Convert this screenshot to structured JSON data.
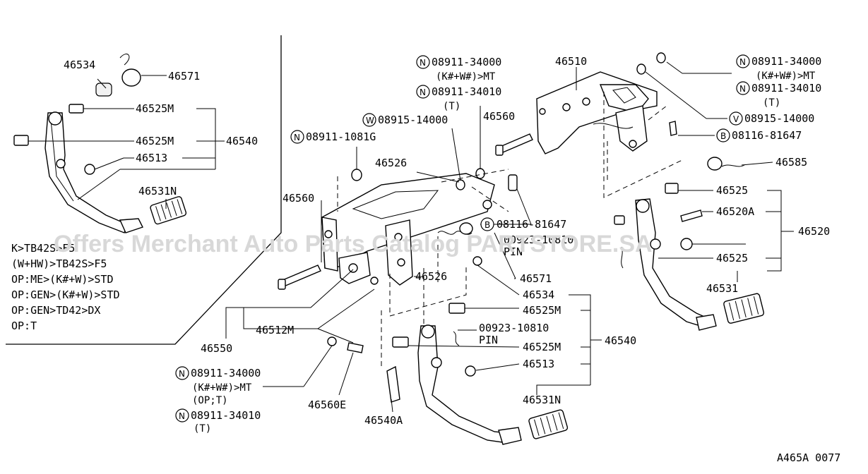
{
  "watermark": "Offers Merchant Auto Parts Catalog PARTSTORE.SA",
  "diagram_code": "A465A 0077",
  "variant_notes": [
    "K>TB42S>F5",
    "(W+HW)>TB42S>F5",
    "OP:ME>(K#+W)>STD",
    "OP:GEN>(K#+W)>STD",
    "OP:GEN>TD42>DX",
    "OP:T"
  ],
  "left_assembly": {
    "p46534": "46534",
    "p46571": "46571",
    "p46525M_a": "46525M",
    "p46525M_b": "46525M",
    "p46540": "46540",
    "p46513": "46513",
    "p46531N": "46531N"
  },
  "center": {
    "n1081G_sym": "N",
    "n1081G_num": "08911-1081G",
    "p46560": "46560",
    "p46526_top": "46526",
    "w14000_sym": "W",
    "w14000_num": "08915-14000",
    "p46560_b": "46560",
    "n34000_sym": "N",
    "n34000_num": "08911-34000",
    "n34000_note": "(K#+W#)>MT",
    "n34010_sym": "N",
    "n34010_num": "08911-34010",
    "n34010_note": "(T)",
    "p46510": "46510",
    "b81647_sym": "B",
    "b81647_num": "08116-81647",
    "pin_num": "00923-10810",
    "pin_label": "PIN",
    "p46571": "46571",
    "p46526_mid": "46526",
    "p46534": "46534",
    "p46525M_a": "46525M",
    "p46525M_b": "46525M",
    "pin2_num": "00923-10810",
    "pin2_label": "PIN",
    "p46540": "46540",
    "p46513": "46513",
    "p46531N": "46531N",
    "p46540A": "46540A",
    "p46560E": "46560E",
    "p46512M": "46512M",
    "p46550": "46550"
  },
  "bottom_left": {
    "n34000_sym": "N",
    "n34000_num": "08911-34000",
    "n34000_note1": "(K#+W#)>MT",
    "n34000_note2": "(OP;T)",
    "n34010_sym": "N",
    "n34010_num": "08911-34010",
    "n34010_note": "(T)"
  },
  "right": {
    "n34000_sym": "N",
    "n34000_num": "08911-34000",
    "n34000_note": "(K#+W#)>MT",
    "n34010_sym": "N",
    "n34010_num": "08911-34010",
    "n34010_note": "(T)",
    "v14000_sym": "V",
    "v14000_num": "08915-14000",
    "b81647_sym": "B",
    "b81647_num": "08116-81647",
    "p46585": "46585",
    "p46525_a": "46525",
    "p46520A": "46520A",
    "p46520": "46520",
    "p46525_b": "46525",
    "p46531": "46531"
  }
}
